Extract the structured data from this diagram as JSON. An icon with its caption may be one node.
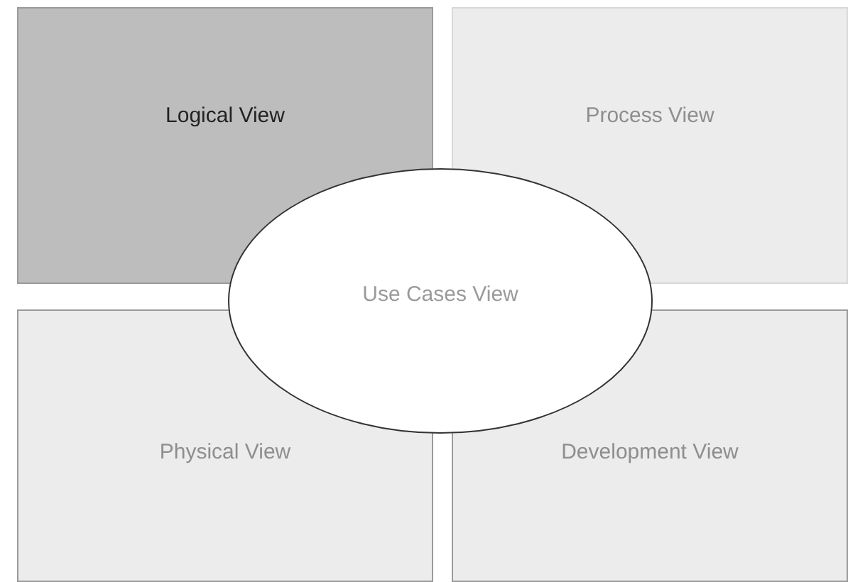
{
  "diagram": {
    "nodes": [
      {
        "text": [
          "Logical View"
        ]
      },
      {
        "text": [
          "Process View"
        ]
      },
      {
        "text": [
          "Use Cases View"
        ]
      },
      {
        "text": [
          "Physical View"
        ]
      },
      {
        "text": [
          "Development View"
        ]
      }
    ]
  }
}
